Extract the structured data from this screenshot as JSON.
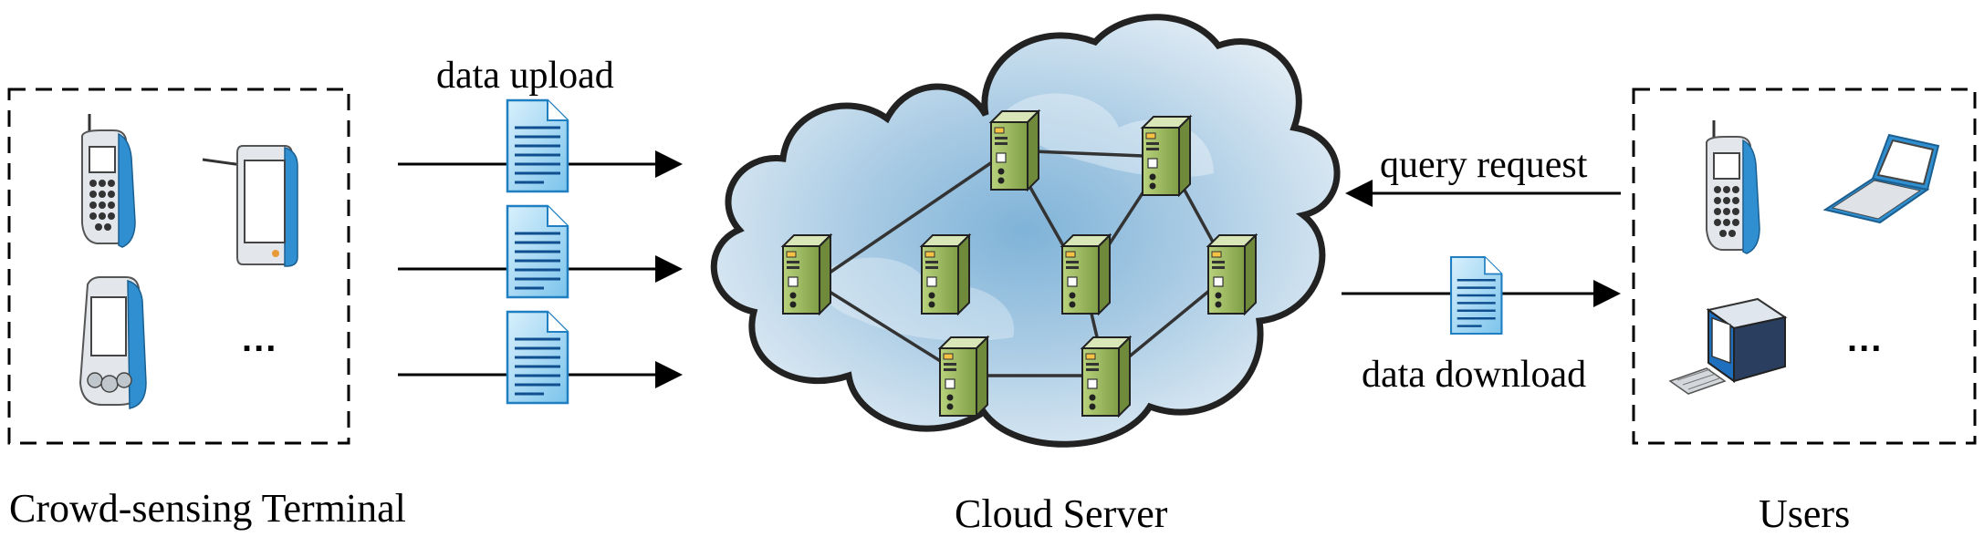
{
  "labels": {
    "data_upload": "data upload",
    "query_request": "query request",
    "data_download": "data download",
    "crowd_sensing_terminal": "Crowd-sensing Terminal",
    "cloud_server": "Cloud Server",
    "users": "Users",
    "left_ellipsis": "...",
    "right_ellipsis": "..."
  },
  "icons": {
    "terminal_devices": [
      "mobile-phone-icon",
      "pda-stylus-icon",
      "handheld-device-icon"
    ],
    "user_devices": [
      "mobile-phone-icon",
      "laptop-icon",
      "desktop-computer-icon"
    ],
    "documents": [
      "document-icon",
      "document-icon",
      "document-icon",
      "document-icon"
    ],
    "servers": [
      "server-icon"
    ]
  },
  "colors": {
    "cloud_fill": "#bcd7ea",
    "cloud_inner": "#8cbcdc",
    "server_green": "#8fae55",
    "document_blue": "#8fd0f2",
    "device_blue": "#2f8fd0"
  }
}
